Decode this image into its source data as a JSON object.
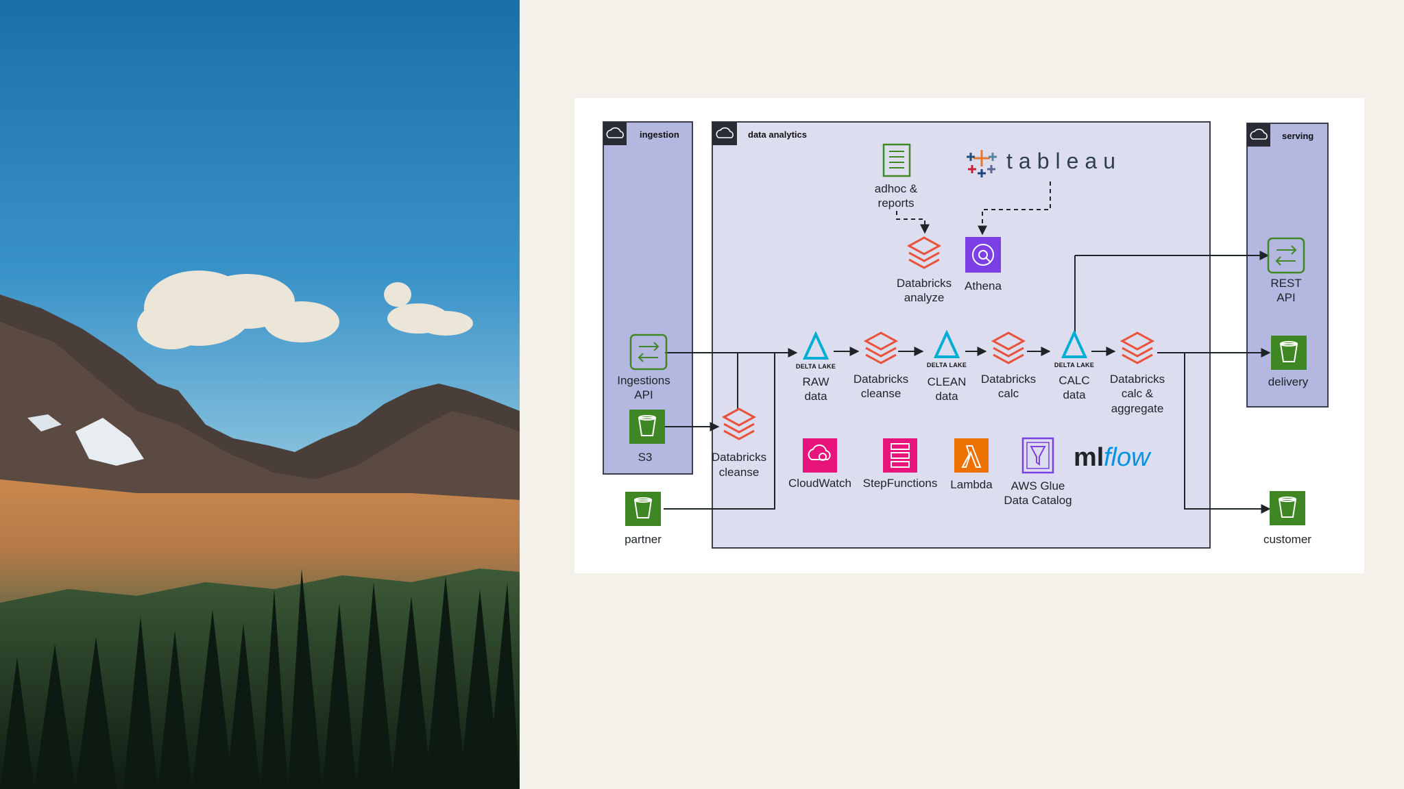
{
  "groups": {
    "ingestion": "ingestion",
    "analytics": "data analytics",
    "serving": "serving"
  },
  "labels": {
    "ingestions_api_1": "Ingestions",
    "ingestions_api_2": "API",
    "s3": "S3",
    "partner": "partner",
    "cleanse_low_1": "Databricks",
    "cleanse_low_2": "cleanse",
    "raw_1": "RAW",
    "raw_2": "data",
    "cleanse_1": "Databricks",
    "cleanse_2": "cleanse",
    "clean_1": "CLEAN",
    "clean_2": "data",
    "calc_1": "Databricks",
    "calc_2": "calc",
    "calcdata_1": "CALC",
    "calcdata_2": "data",
    "agg_1": "Databricks",
    "agg_2": "calc &",
    "agg_3": "aggregate",
    "adhoc_1": "adhoc &",
    "adhoc_2": "reports",
    "analyze_1": "Databricks",
    "analyze_2": "analyze",
    "athena": "Athena",
    "cloudwatch": "CloudWatch",
    "stepfunctions": "StepFunctions",
    "lambda": "Lambda",
    "glue_1": "AWS Glue",
    "glue_2": "Data Catalog",
    "rest_1": "REST",
    "rest_2": "API",
    "delivery": "delivery",
    "customer": "customer",
    "delta_lake": "DELTA LAKE"
  },
  "logos": {
    "tableau": "tableau",
    "mlflow_ml": "ml",
    "mlflow_flow": "flow"
  },
  "colors": {
    "group_fill_dark": "#b4b7df",
    "group_fill_light": "#dcdeef",
    "group_border": "#3a3d4a",
    "aws_storage": "#3f8624",
    "databricks": "#e8533b",
    "delta": "#00add4",
    "athena": "#7b3fe4",
    "cloudwatch": "#e7157b",
    "lambda": "#ed7100",
    "mlflow_blue": "#0194e2"
  },
  "icons": [
    "cloud-icon",
    "api-gateway-icon",
    "s3-bucket-icon",
    "databricks-icon",
    "delta-lake-icon",
    "notebook-icon",
    "athena-icon",
    "cloudwatch-icon",
    "step-functions-icon",
    "lambda-icon",
    "glue-catalog-icon",
    "tableau-logo",
    "mlflow-logo"
  ]
}
